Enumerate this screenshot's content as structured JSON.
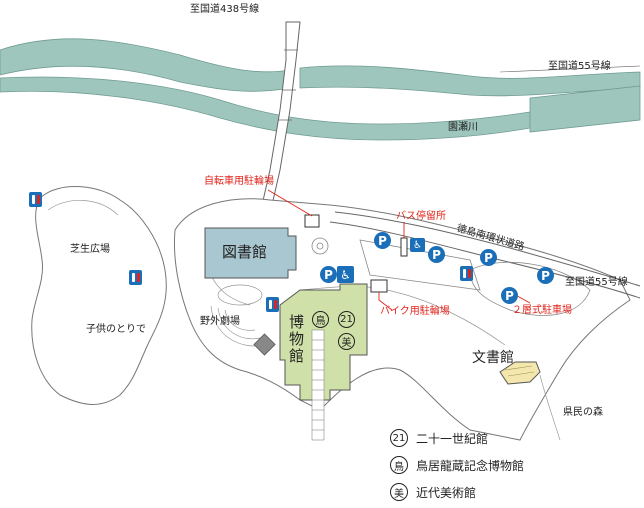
{
  "labels": {
    "route438": "至国道438号線",
    "route55_top": "至国道55号線",
    "route55_mid": "至国道55号線",
    "river": "園瀬川",
    "bicycle_parking": "自転車用駐輪場",
    "bus_stop": "バス停留所",
    "ring_road": "徳島南環状道路",
    "lawn": "芝生広場",
    "kids_path": "子供のとりで",
    "outdoor_theater": "野外劇場",
    "motorcycle_parking": "バイク用駐輪場",
    "parking_2f": "２層式駐車場",
    "prefectural_forest": "県民の森"
  },
  "buildings": {
    "library": "図書館",
    "museum": "博物館",
    "archives": "文書館"
  },
  "symbols": {
    "c21": "21",
    "tori": "鳥",
    "bi": "美",
    "parking": "P",
    "accessible": "♿"
  },
  "legend": [
    {
      "symbol": "21",
      "text": "二十一世紀館"
    },
    {
      "symbol": "鳥",
      "text": "鳥居龍蔵記念博物館"
    },
    {
      "symbol": "美",
      "text": "近代美術館"
    }
  ],
  "colors": {
    "river": "#9fc6bd",
    "library": "#a9c7d1",
    "museum": "#cfe1a8",
    "archives": "#f3e7ad",
    "icon_blue": "#1b6fb8",
    "accent_red": "#e2231a"
  }
}
